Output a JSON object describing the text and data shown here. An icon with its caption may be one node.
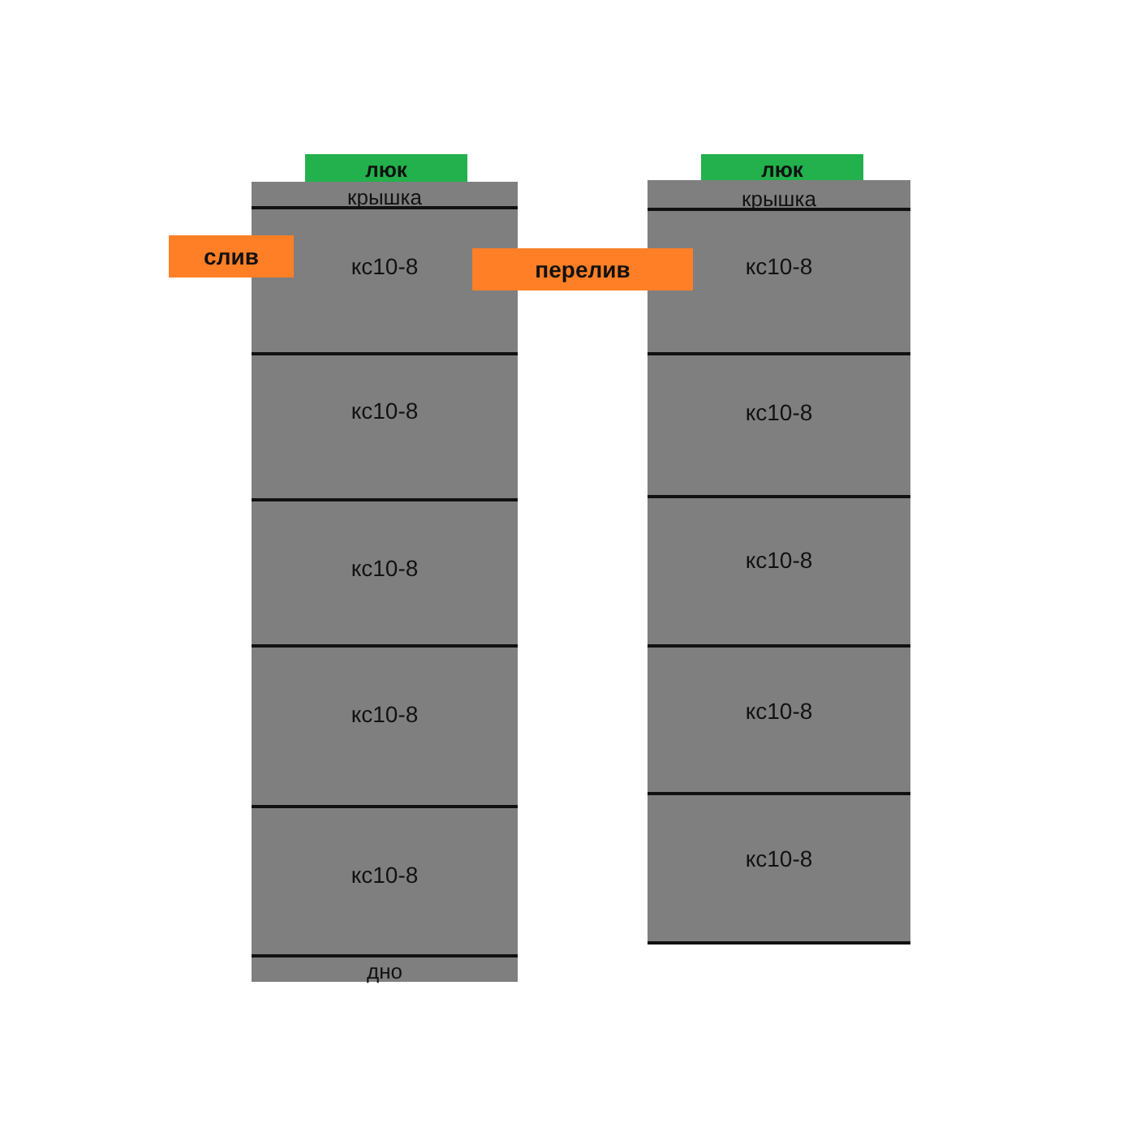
{
  "diagram": {
    "nodes": [
      {
        "text": [
          "люк"
        ]
      },
      {
        "text": [
          "крышка"
        ]
      },
      {
        "text": [
          "слив"
        ]
      },
      {
        "text": [
          "кс10-8"
        ]
      },
      {
        "text": [
          "кс10-8"
        ]
      },
      {
        "text": [
          "кс10-8"
        ]
      },
      {
        "text": [
          "кс10-8"
        ]
      },
      {
        "text": [
          "кс10-8"
        ]
      },
      {
        "text": [
          "дно"
        ]
      },
      {
        "text": [
          "люк"
        ]
      },
      {
        "text": [
          "крышка"
        ]
      },
      {
        "text": [
          "перелив"
        ]
      },
      {
        "text": [
          "кс10-8"
        ]
      },
      {
        "text": [
          "кс10-8"
        ]
      },
      {
        "text": [
          "кс10-8"
        ]
      },
      {
        "text": [
          "кс10-8"
        ]
      },
      {
        "text": [
          "кс10-8"
        ]
      }
    ]
  }
}
